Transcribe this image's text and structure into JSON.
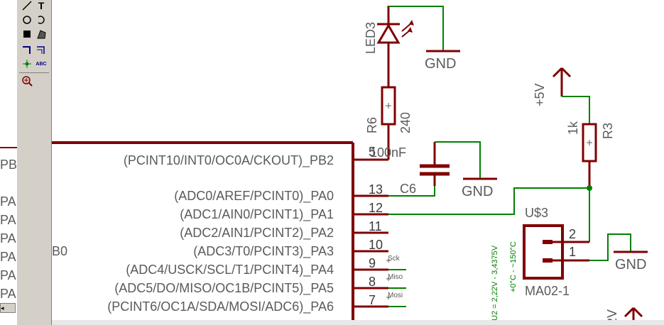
{
  "colors": {
    "net": "#008000",
    "part": "#800000",
    "label": "#5a5a5a",
    "pinlabel": "#3a3a3a"
  },
  "toolbar": {
    "tools": [
      "line-icon",
      "text-icon",
      "circle-icon",
      "arc-icon",
      "rect-icon",
      "polygon-icon",
      "bus-icon",
      "net-icon",
      "junction-icon",
      "label-icon",
      "errc-icon"
    ],
    "text_tool_glyph": "T",
    "label_tool_glyph": "ABC"
  },
  "left_panel": {
    "labels": [
      "PB",
      "PA",
      "PA",
      "PA",
      "PA",
      "PA",
      "PA"
    ],
    "b_fragment": "B0",
    "scroll_arrow": "◂"
  },
  "chip": {
    "pins": [
      {
        "name": "(PCINT10/INT0/OC0A/CKOUT)_PB2",
        "num": "5"
      },
      {
        "name": "(ADC0/AREF/PCINT0)_PA0",
        "num": "13"
      },
      {
        "name": "(ADC1/AIN0/PCINT1)_PA1",
        "num": "12"
      },
      {
        "name": "(ADC2/AIN1/PCINT2)_PA2",
        "num": "11"
      },
      {
        "name": "(ADC3/T0/PCINT3)_PA3",
        "num": "10"
      },
      {
        "name": "(ADC4/USCK/SCL/T1/PCINT4)_PA4",
        "num": "9"
      },
      {
        "name": "(ADC5/DO/MISO/OC1B/PCINT5)_PA5",
        "num": "8"
      },
      {
        "name": "(PCINT6/OC1A/SDA/MOSI/ADC6)_PA6",
        "num": "7"
      }
    ],
    "net_labels": [
      "Sck",
      "Miso",
      "Mosi"
    ]
  },
  "parts": {
    "led3": {
      "name": "LED3"
    },
    "r6": {
      "name": "R6",
      "value": "240"
    },
    "c6": {
      "name": "C6",
      "value": "100nF"
    },
    "r3": {
      "name": "R3",
      "value": "1k"
    },
    "u3": {
      "name": "U$3",
      "value": "MA02-1",
      "pin_top": "2",
      "pin_bottom": "1"
    },
    "supply_5v": "+5V",
    "gnd": "GND"
  },
  "annotations": {
    "vertical_green_1": "U2 = 2,22V - 3,4375V",
    "vertical_green_2": "+0°C - ~150°C",
    "edge_fragment": "2V"
  }
}
